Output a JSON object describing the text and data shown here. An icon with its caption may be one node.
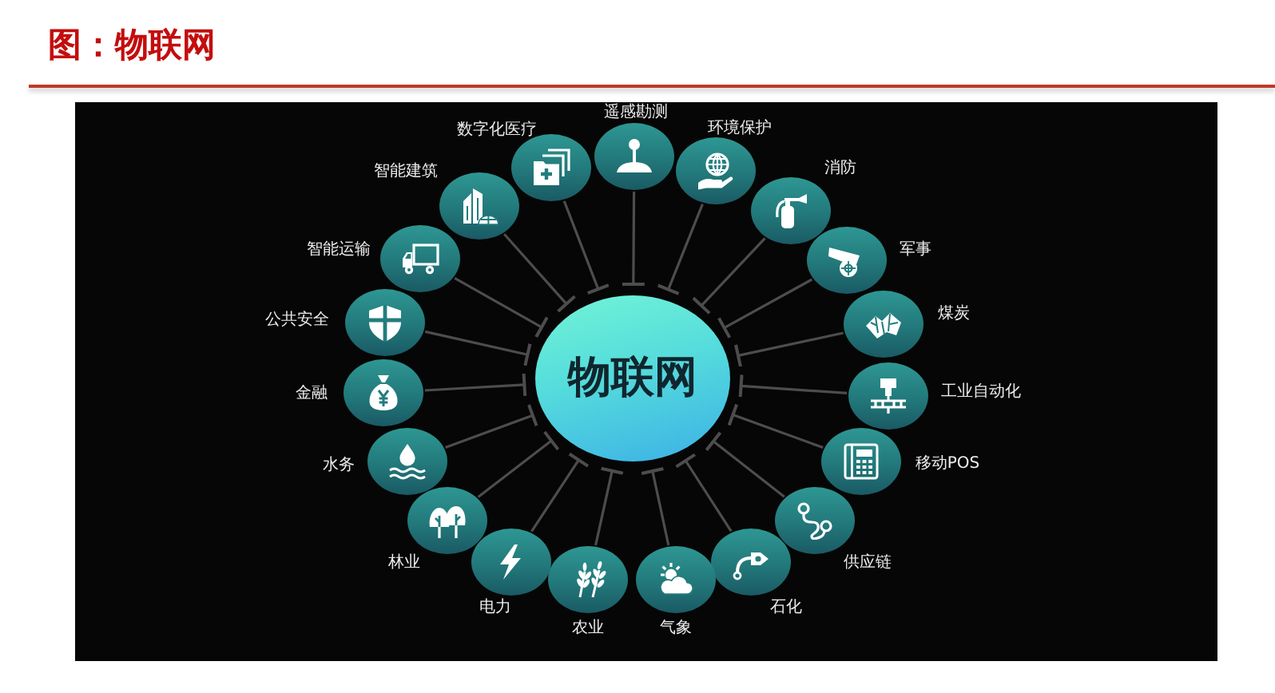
{
  "diagram": {
    "title": "图：物联网",
    "nodes": [
      {
        "text": [
          "物联网"
        ]
      },
      {
        "text": [
          "数字化医疗"
        ]
      },
      {
        "text": [
          "遥感勘测"
        ]
      },
      {
        "text": [
          "环境保护"
        ]
      },
      {
        "text": [
          "消防"
        ]
      },
      {
        "text": [
          "军事"
        ]
      },
      {
        "text": [
          "煤炭"
        ]
      },
      {
        "text": [
          "工业自动化"
        ]
      },
      {
        "text": [
          "移动POS"
        ]
      },
      {
        "text": [
          "供应链"
        ]
      },
      {
        "text": [
          "石化"
        ]
      },
      {
        "text": [
          "气象"
        ]
      },
      {
        "text": [
          "农业"
        ]
      },
      {
        "text": [
          "电力"
        ]
      },
      {
        "text": [
          "林业"
        ]
      },
      {
        "text": [
          "水务"
        ]
      },
      {
        "text": [
          "金融"
        ]
      },
      {
        "text": [
          "公共安全"
        ]
      },
      {
        "text": [
          "智能运输"
        ]
      },
      {
        "text": [
          "智能建筑"
        ]
      }
    ],
    "edges": [
      {
        "from": 1,
        "to": 0,
        "arrow": "other"
      },
      {
        "from": 2,
        "to": 0,
        "arrow": "other"
      },
      {
        "from": 3,
        "to": 0,
        "arrow": "other"
      },
      {
        "from": 4,
        "to": 0,
        "arrow": "other"
      },
      {
        "from": 5,
        "to": 0,
        "arrow": "other"
      },
      {
        "from": 6,
        "to": 0,
        "arrow": "other"
      },
      {
        "from": 7,
        "to": 0,
        "arrow": "other"
      },
      {
        "from": 8,
        "to": 0,
        "arrow": "other"
      },
      {
        "from": 9,
        "to": 0,
        "arrow": "other"
      },
      {
        "from": 10,
        "to": 0,
        "arrow": "other"
      },
      {
        "from": 11,
        "to": 0,
        "arrow": "other"
      },
      {
        "from": 12,
        "to": 0,
        "arrow": "other"
      },
      {
        "from": 13,
        "to": 0,
        "arrow": "other"
      },
      {
        "from": 14,
        "to": 0,
        "arrow": "other"
      },
      {
        "from": 15,
        "to": 0,
        "arrow": "other"
      },
      {
        "from": 16,
        "to": 0,
        "arrow": "other"
      },
      {
        "from": 17,
        "to": 0,
        "arrow": "other"
      },
      {
        "from": 18,
        "to": 0,
        "arrow": "other"
      },
      {
        "from": 19,
        "to": 0,
        "arrow": "other"
      }
    ]
  }
}
